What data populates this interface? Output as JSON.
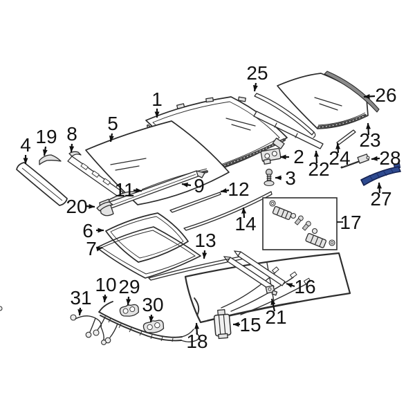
{
  "diagram": {
    "highlighted_part_label": "27",
    "highlight_color": "#2e4a8f",
    "highlight_outline": "#14204e",
    "line_color": "#2b2b2b",
    "background_color": "#ffffff"
  },
  "parts": {
    "p1": "1",
    "p2": "2",
    "p3": "3",
    "p4": "4",
    "p5": "5",
    "p6": "6",
    "p7": "7",
    "p8": "8",
    "p9": "9",
    "p10": "10",
    "p11": "11",
    "p12": "12",
    "p13": "13",
    "p14": "14",
    "p15": "15",
    "p16": "16",
    "p17": "17",
    "p18": "18",
    "p19": "19",
    "p20": "20",
    "p21": "21",
    "p22": "22",
    "p23": "23",
    "p24": "24",
    "p25": "25",
    "p26": "26",
    "p27": "27",
    "p28": "28",
    "p29": "29",
    "p30": "30",
    "p31": "31"
  }
}
